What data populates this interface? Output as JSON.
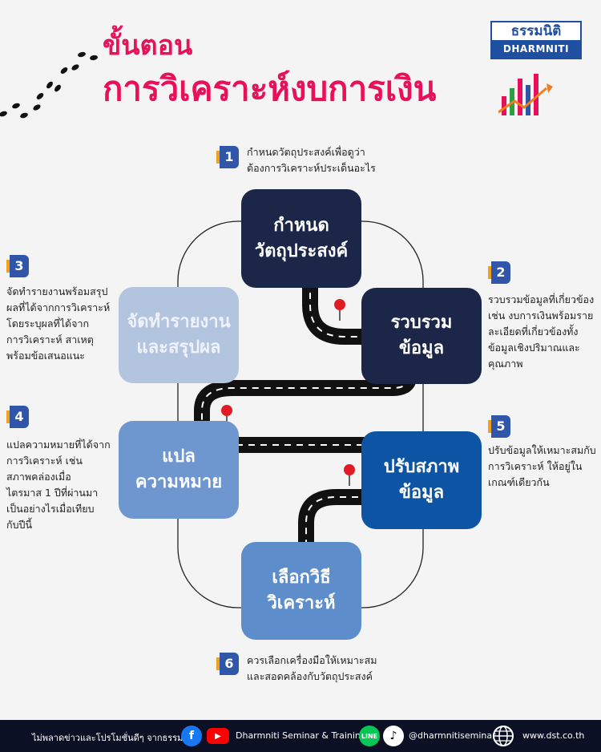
{
  "title": {
    "line1": "ขั้นตอน",
    "line2": "การวิเคราะห์งบการเงิน"
  },
  "brand": {
    "thai": "ธรรมนิติ",
    "english": "DHARMNITI"
  },
  "steps": [
    {
      "number": "1",
      "box": [
        "กำหนด",
        "วัตถุประสงค์"
      ],
      "desc": [
        "กำหนดวัตถุประสงค์เพื่อดูว่า",
        "ต้องการวิเคราะห์ประเด็นอะไร"
      ]
    },
    {
      "number": "2",
      "box": [
        "รวบรวม",
        "ข้อมูล"
      ],
      "desc": [
        "รวบรวมข้อมูลที่เกี่ยวข้อง",
        "เช่น งบการเงินพร้อมราย",
        "ละเอียดที่เกี่ยวข้องทั้ง",
        "ข้อมูลเชิงปริมาณและ",
        "คุณภาพ"
      ]
    },
    {
      "number": "3",
      "box": [
        "จัดทำรายงาน",
        "และสรุปผล"
      ],
      "desc": [
        "จัดทำรายงานพร้อมสรุป",
        "ผลที่ได้จากการวิเคราะห์",
        "โดยระบุผลที่ได้จาก",
        "การวิเคราะห์ สาเหตุ",
        "พร้อมข้อเสนอแนะ"
      ]
    },
    {
      "number": "4",
      "box": [
        "แปล",
        "ความหมาย"
      ],
      "desc": [
        "แปลความหมายที่ได้จาก",
        "การวิเคราะห์ เช่น",
        "สภาพคล่องเมื่อ",
        "ไตรมาส 1 ปีที่ผ่านมา",
        "เป็นอย่างไรเมื่อเทียบ",
        "กับปีนี้"
      ]
    },
    {
      "number": "5",
      "box": [
        "ปรับสภาพ",
        "ข้อมูล"
      ],
      "desc": [
        "ปรับข้อมูลให้เหมาะสมกับ",
        "การวิเคราะห์ ให้อยู่ใน",
        "เกณฑ์เดียวกัน"
      ]
    },
    {
      "number": "6",
      "box": [
        "เลือกวิธี",
        "วิเคราะห์"
      ],
      "desc": [
        "ควรเลือกเครื่องมือให้เหมาะสม",
        "และสอดคล้องกับวัตถุประสงค์"
      ]
    }
  ],
  "footer": {
    "tagline": "ไม่พลาดข่าวและโปรโมชั่นดีๆ จากธรรมนิติ",
    "facebook_youtube": "Dharmniti Seminar & Training",
    "line_tiktok": "@dharmnitiseminar",
    "website": "www.dst.co.th"
  },
  "colors": {
    "title": "#e8105a",
    "navy": "#1c2649",
    "pale_blue": "#b3c4de",
    "mid_blue": "#6f97cf",
    "strong_blue": "#0d55a4",
    "badge": "#2f56a8",
    "pin": "#e01b24"
  },
  "icons": [
    "footprints-icon",
    "bar-chart-arrow-icon",
    "map-pin-icon",
    "facebook-icon",
    "youtube-icon",
    "line-icon",
    "tiktok-icon",
    "globe-icon"
  ]
}
